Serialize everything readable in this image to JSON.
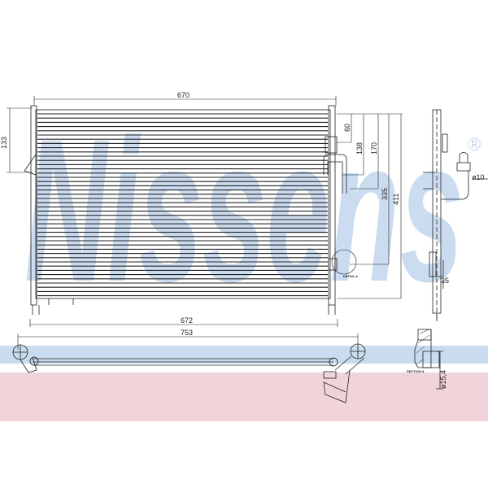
{
  "watermark": {
    "brand": "Nissens",
    "mark": "®"
  },
  "colors": {
    "watermark": "#c3d6ee",
    "band_blue": "#c9dcef",
    "band_pink": "#f1d3da",
    "line": "#222222"
  },
  "dimensions": {
    "width_top": "670",
    "height_left": "133",
    "d60": "60",
    "d138": "138",
    "d170": "170",
    "d335": "335",
    "d411": "411",
    "width_bottom_inner": "672",
    "width_bottom_outer": "753",
    "pipe_diameter": "ø10",
    "bracket": "35",
    "section_diameter": "ø15,4"
  },
  "labels": {
    "detail": "DETAIL A",
    "section": "SECTION A"
  }
}
